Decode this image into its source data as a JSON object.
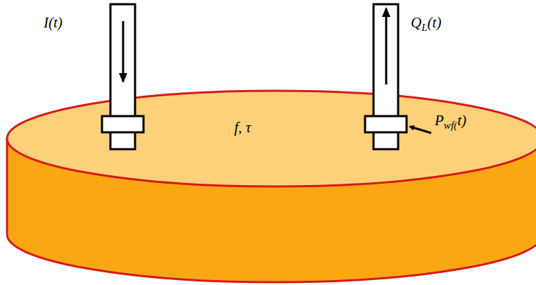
{
  "diagram": {
    "nodes": [
      {
        "text": [
          "f, τ"
        ]
      }
    ],
    "labels": [
      "I(t)",
      "QL(t)",
      "Pwf(t)"
    ]
  }
}
